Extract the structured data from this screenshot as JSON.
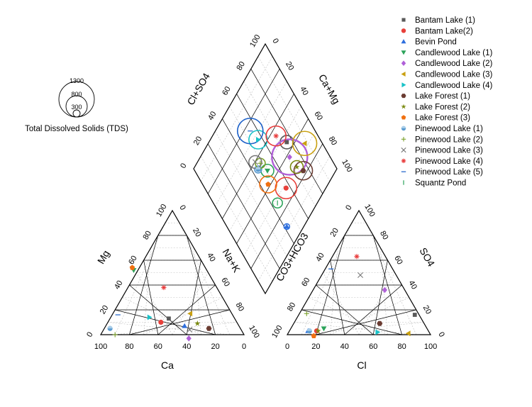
{
  "chart_data": {
    "type": "scatter",
    "subtype": "piper-diagram",
    "axes": {
      "cation_bottom": "Ca",
      "cation_left": "Mg",
      "cation_right": "Na+K",
      "anion_bottom": "Cl",
      "anion_right": "SO4",
      "anion_left": "CO3+HCO3",
      "diamond_upper_left": "Cl+SO4",
      "diamond_upper_right": "Ca+Mg"
    },
    "ticks": {
      "values": [
        "0",
        "20",
        "40",
        "60",
        "80",
        "100"
      ],
      "cation_bottom_labels": [
        "100",
        "80",
        "60",
        "40",
        "20",
        "0"
      ],
      "anion_bottom_labels": [
        "0",
        "20",
        "40",
        "60",
        "80",
        "100"
      ]
    },
    "tds_legend": {
      "title": "Total Dissolved Solids (TDS)",
      "values": [
        1300,
        800,
        300
      ]
    },
    "legend_placement": "top-right",
    "grid": true,
    "series": [
      {
        "name": "Bantam Lake (1)",
        "marker": "square",
        "color": "#595959",
        "cation": {
          "ca": 46,
          "mg": 13
        },
        "anion": {
          "cl": 81,
          "so4": 16
        },
        "tds": 520
      },
      {
        "name": "Bantam Lake(2)",
        "marker": "circle",
        "color": "#e8403a",
        "cation": {
          "ca": 53,
          "mg": 10
        },
        "anion": {
          "cl": 19,
          "so4": 3
        },
        "tds": 800
      },
      {
        "name": "Bevin Pond",
        "marker": "triangle-up",
        "color": "#2e6fde",
        "cation": {
          "ca": 38,
          "mg": 7
        },
        "anion": {
          "cl": 13,
          "so4": 3
        },
        "tds": 250
      },
      {
        "name": "Candlewood Lake (1)",
        "marker": "triangle-down",
        "color": "#2ca35a",
        "cation": {
          "ca": 51,
          "mg": 52
        },
        "anion": {
          "cl": 23,
          "so4": 5
        },
        "tds": 500
      },
      {
        "name": "Candlewood Lake (2)",
        "marker": "diamond",
        "color": "#b060d8",
        "cation": {
          "ca": 40,
          "mg": -3
        },
        "anion": {
          "cl": 50,
          "so4": 36
        },
        "tds": 1300
      },
      {
        "name": "Candlewood Lake (3)",
        "marker": "triangle-left",
        "color": "#c9a010",
        "cation": {
          "ca": 29,
          "mg": 17
        },
        "anion": {
          "cl": 84,
          "so4": 1
        },
        "tds": 900
      },
      {
        "name": "Candlewood Lake (4)",
        "marker": "triangle-right",
        "color": "#19c2c8",
        "cation": {
          "ca": 59,
          "mg": 14
        },
        "anion": {
          "cl": 62,
          "so4": 2
        },
        "tds": 700
      },
      {
        "name": "Lake Forest (1)",
        "marker": "hexagon",
        "color": "#6b3c32",
        "cation": {
          "ca": 22,
          "mg": 5
        },
        "anion": {
          "cl": 60,
          "so4": 9
        },
        "tds": 700
      },
      {
        "name": "Lake Forest (2)",
        "marker": "star",
        "color": "#7a8a10",
        "cation": {
          "ca": 28,
          "mg": 9
        },
        "anion": {
          "cl": 20,
          "so4": 3
        },
        "tds": 500
      },
      {
        "name": "Lake Forest (3)",
        "marker": "pentagon",
        "color": "#f07010",
        "cation": {
          "ca": 51,
          "mg": 54
        },
        "anion": {
          "cl": 19,
          "so4": -1
        },
        "tds": 650
      },
      {
        "name": "Pinewood Lake (1)",
        "marker": "circle-half",
        "color": "#5a9bd0",
        "cation": {
          "ca": 91,
          "mg": 5
        },
        "anion": {
          "cl": 14,
          "so4": 3
        },
        "tds": 300
      },
      {
        "name": "Pinewood Lake (2)",
        "marker": "plus",
        "color": "#7aa02a",
        "cation": {
          "ca": 90,
          "mg": 0
        },
        "anion": {
          "cl": 5,
          "so4": 17
        },
        "tds": 400
      },
      {
        "name": "Pinewood Lake (3)",
        "marker": "x",
        "color": "#777777",
        "cation": {
          "ca": 36,
          "mg": 4
        },
        "anion": {
          "cl": 27,
          "so4": 48
        },
        "tds": 500
      },
      {
        "name": "Pinewood Lake (4)",
        "marker": "asterisk",
        "color": "#e83a3a",
        "cation": {
          "ca": 37,
          "mg": 38
        },
        "anion": {
          "cl": 17,
          "so4": 63
        },
        "tds": 750
      },
      {
        "name": "Pinewood Lake (5)",
        "marker": "dash",
        "color": "#1a5fc8",
        "cation": {
          "ca": 80,
          "mg": 16
        },
        "anion": {
          "cl": 4,
          "so4": 53
        },
        "tds": 950
      },
      {
        "name": "Squantz Pond",
        "marker": "vbar",
        "color": "#2ca35a",
        "cation": {
          "ca": 0,
          "mg": 0
        },
        "anion": {
          "cl": 0,
          "so4": 0
        },
        "tds": 400
      }
    ]
  }
}
